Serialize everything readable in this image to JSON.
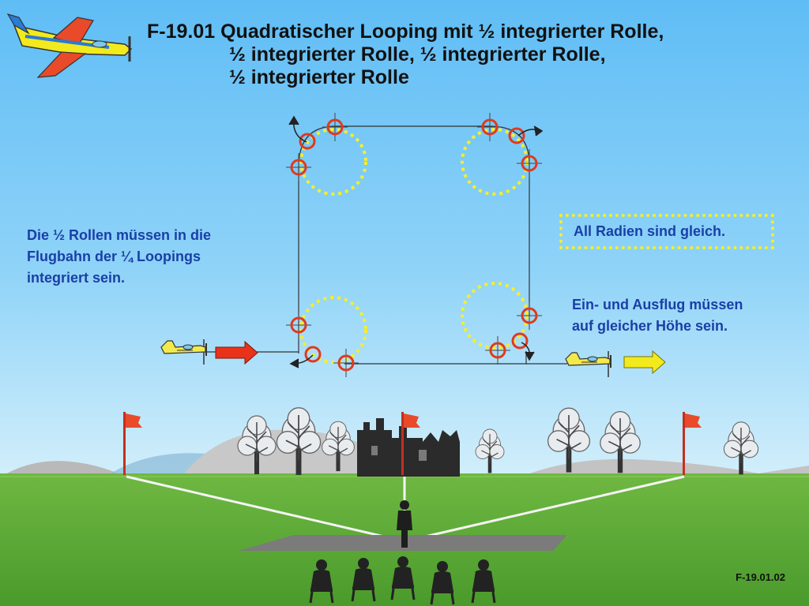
{
  "title": {
    "line1": "F-19.01 Quadratischer Looping mit ½ integrierter Rolle,",
    "line2": "½ integrierter Rolle, ½ integrierter Rolle,",
    "line3": "½ integrierter Rolle"
  },
  "notes": {
    "left_line1": "Die ½ Rollen müssen in die",
    "left_line2": "Flugbahn der ¼ Loopings",
    "left_line3": "integriert sein.",
    "radii": "All Radien sind gleich.",
    "entry_line1": "Ein- und Ausflug müssen",
    "entry_line2": "auf gleicher Höhe sein."
  },
  "footer": {
    "code": "F-19.01.02"
  },
  "colors": {
    "sky_top": "#5fbdf5",
    "sky_bottom": "#cfeefc",
    "grass": "#58a733",
    "marker_red": "#e03a1c",
    "radius_yellow": "#f5ef2a",
    "note_blue": "#1a3fa6",
    "entry_arrow": "#e8331a",
    "exit_arrow": "#f2ea1c"
  },
  "icons": [
    "aerobatic-plane-icon",
    "plane-icon",
    "flag-icon",
    "tree-icon",
    "castle-icon",
    "pilot-icon",
    "judge-icon"
  ]
}
